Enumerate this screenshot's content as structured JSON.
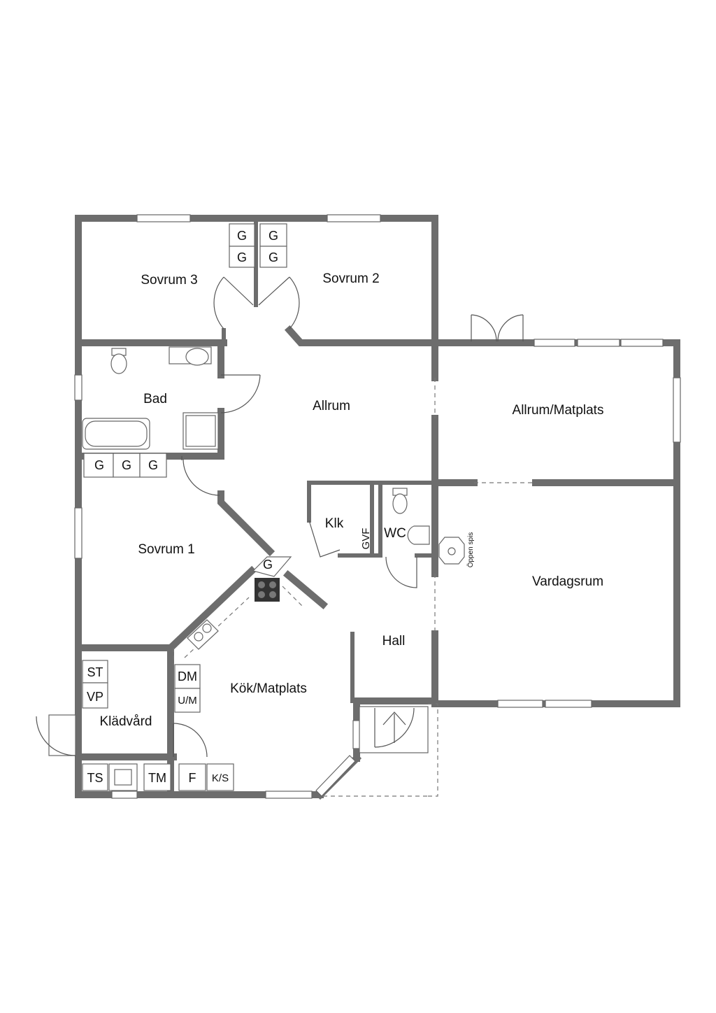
{
  "rooms": {
    "sovrum3": "Sovrum 3",
    "sovrum2": "Sovrum 2",
    "bad": "Bad",
    "allrum": "Allrum",
    "allrum_matplats": "Allrum/Matplats",
    "sovrum1": "Sovrum 1",
    "klk": "Klk",
    "wc": "WC",
    "vardagsrum": "Vardagsrum",
    "hall": "Hall",
    "kok_matplats": "Kök/Matplats",
    "kladvard": "Klädvård"
  },
  "fixtures": {
    "garderob": "G",
    "gvf": "GVF",
    "st": "ST",
    "vp": "VP",
    "dm": "DM",
    "um": "U/M",
    "ts": "TS",
    "tm": "TM",
    "f": "F",
    "ks": "K/S",
    "oppen_spis": "Öppen spis"
  }
}
